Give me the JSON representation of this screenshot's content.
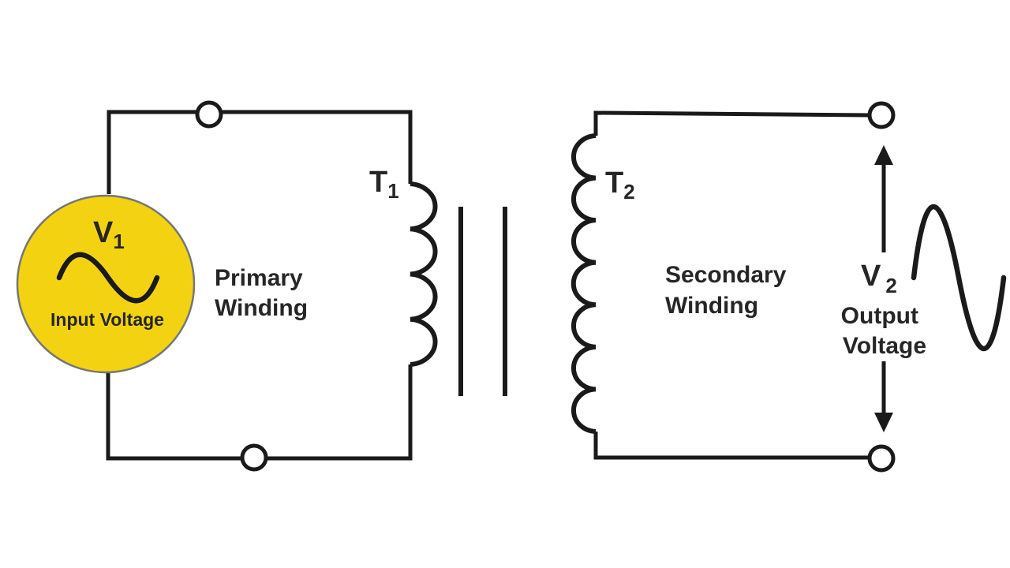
{
  "colors": {
    "line": "#1A1A1A",
    "text": "#262626",
    "source_fill": "#F3D311",
    "source_stroke": "#767676",
    "background": "#FFFFFF"
  },
  "source": {
    "label": "V",
    "label_sub": "1",
    "caption": "Input Voltage"
  },
  "primary": {
    "coil_label": "T",
    "coil_label_sub": "1",
    "winding_line1": "Primary",
    "winding_line2": "Winding"
  },
  "secondary": {
    "coil_label": "T",
    "coil_label_sub": "2",
    "winding_line1": "Secondary",
    "winding_line2": "Winding"
  },
  "output": {
    "label": "V",
    "label_sub": "2",
    "caption_line1": "Output",
    "caption_line2": "Voltage"
  }
}
